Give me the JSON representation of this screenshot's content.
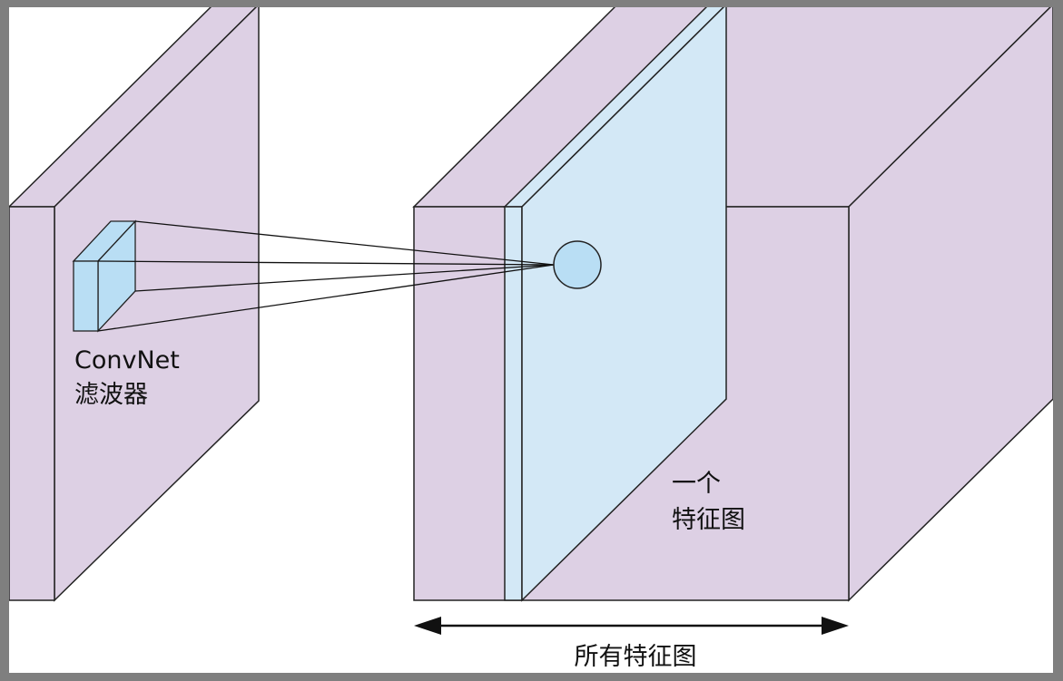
{
  "labels": {
    "filter_line1": "ConvNet",
    "filter_line2": "滤波器",
    "one_feature_map_line1": "一个",
    "one_feature_map_line2": "特征图",
    "all_feature_maps": "所有特征图"
  },
  "colors": {
    "frame_border": "#7f7f7f",
    "background": "#ffffff",
    "layer_fill": "#ddd0e4",
    "feature_map_fill": "#d3e8f6",
    "filter_fill": "#b9def4",
    "outline": "#222222"
  }
}
